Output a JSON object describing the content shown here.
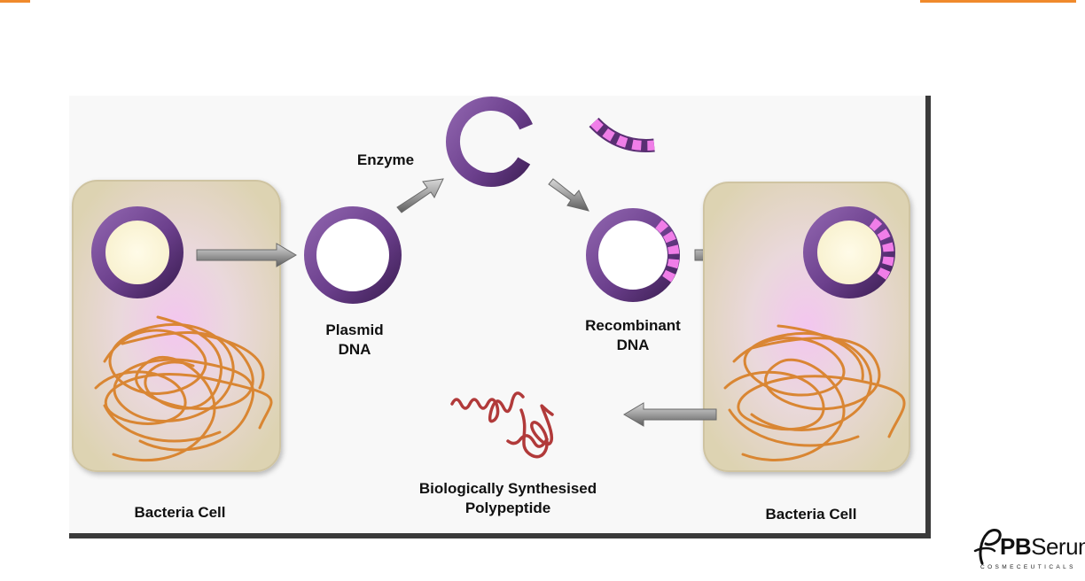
{
  "labels": {
    "enzyme": "Enzyme",
    "plasmid_line1": "Plasmid",
    "plasmid_line2": "DNA",
    "recombinant_line1": "Recombinant",
    "recombinant_line2": "DNA",
    "bacteria_left": "Bacteria Cell",
    "bacteria_right": "Bacteria Cell",
    "polypeptide_line1": "Biologically Synthesised",
    "polypeptide_line2": "Polypeptide"
  },
  "logo": {
    "brand_bold": "PB",
    "brand_rest": "Serum",
    "tagline": "COSMECEUTICALS"
  },
  "colors": {
    "accent": "#f08a2c",
    "plasmid_ring": "#6b3f8c",
    "insert_segment": "#f07ee8",
    "dna_strand": "#d9822b",
    "cell_fill": "#e6ddc0",
    "polypeptide": "#b13a3a"
  }
}
